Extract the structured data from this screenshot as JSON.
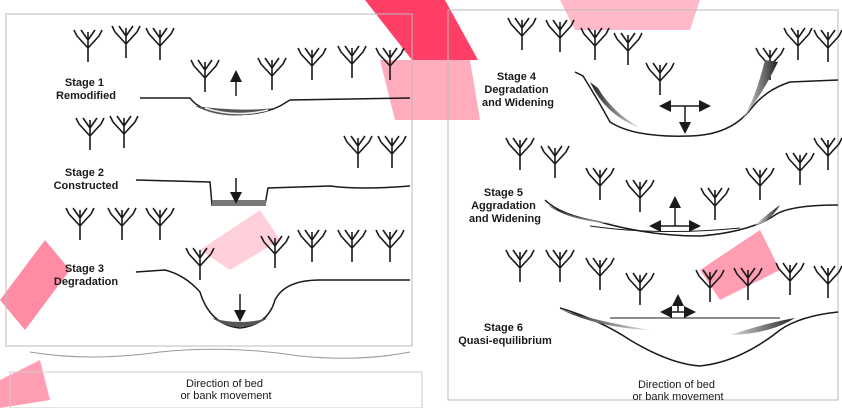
{
  "stages": [
    {
      "id": "stage1",
      "lines": [
        "Stage 1",
        "Remodified"
      ]
    },
    {
      "id": "stage2",
      "lines": [
        "Stage 2",
        "Constructed"
      ]
    },
    {
      "id": "stage3",
      "lines": [
        "Stage 3",
        "Degradation"
      ]
    },
    {
      "id": "stage4",
      "lines": [
        "Stage 4",
        "Degradation",
        "and Widening"
      ]
    },
    {
      "id": "stage5",
      "lines": [
        "Stage 5",
        "Aggradation",
        "and Widening"
      ]
    },
    {
      "id": "stage6",
      "lines": [
        "Stage 6",
        "Quasi-equilibrium"
      ]
    }
  ],
  "legend_left": {
    "lines": [
      "Direction of bed",
      "or bank movement"
    ]
  },
  "legend_right": {
    "lines": [
      "Direction of bed",
      "or bank movement"
    ]
  },
  "colors": {
    "ink": "#1a1a1a",
    "watermark": "#ff2a55",
    "sediment": "#777777",
    "background": "#ffffff"
  }
}
